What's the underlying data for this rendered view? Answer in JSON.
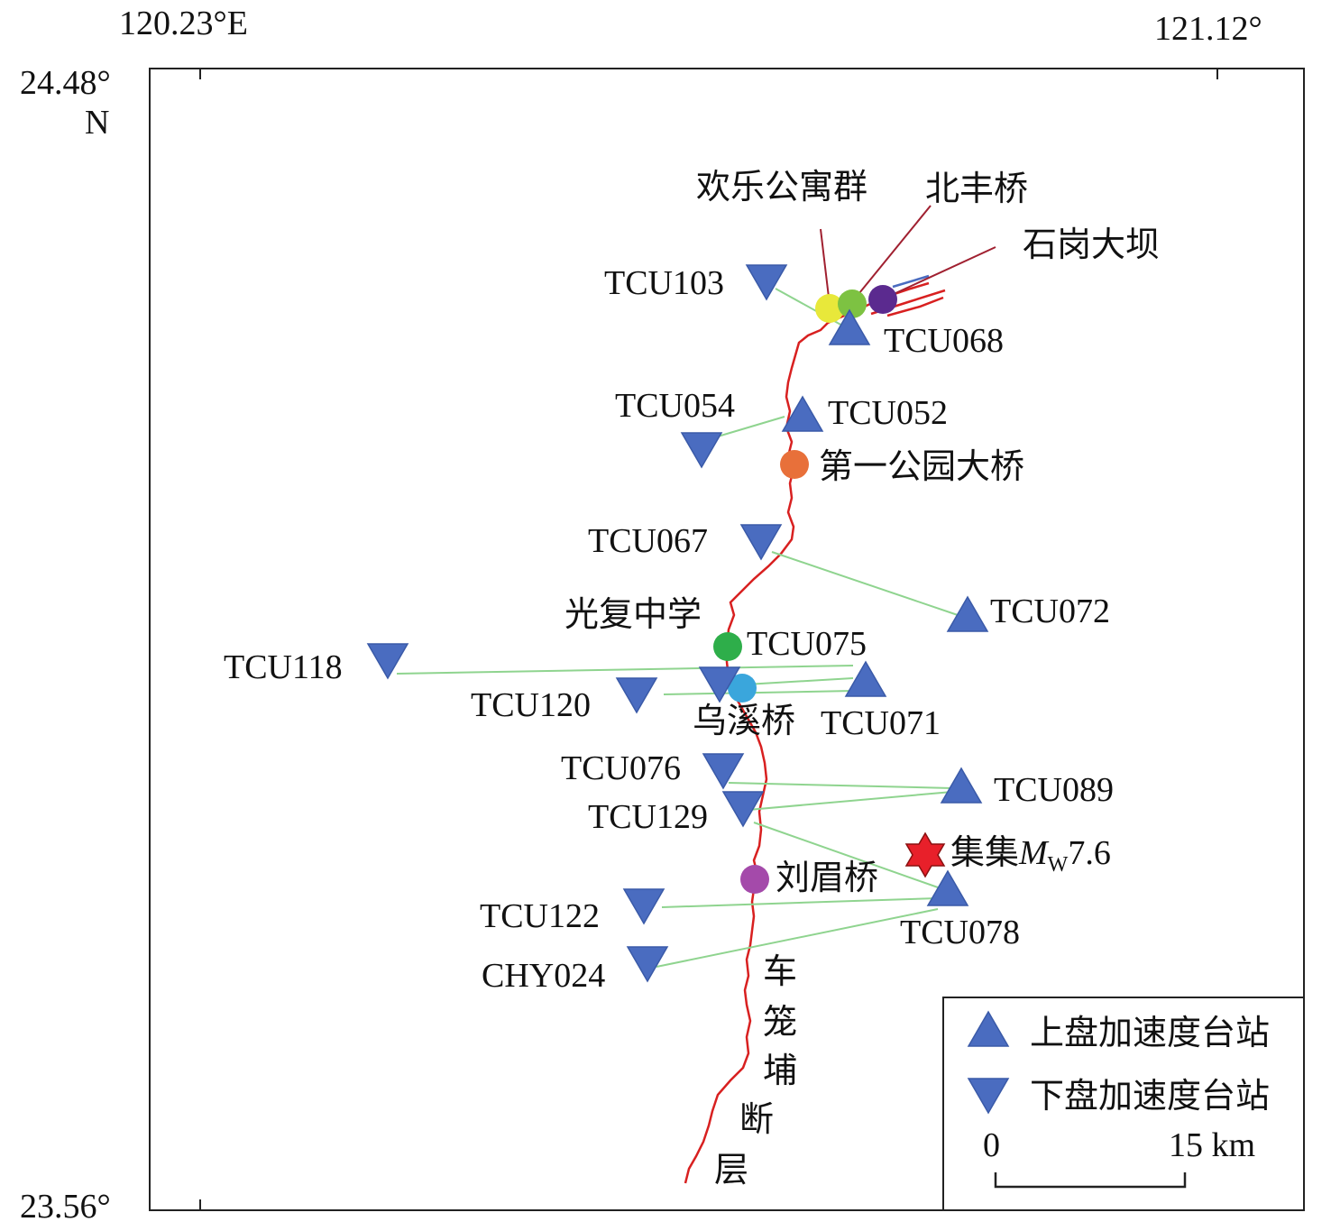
{
  "axes": {
    "lon_min_label": "120.23°E",
    "lon_max_label": "121.12°",
    "lat_max_label": "24.48°",
    "lat_max_suffix": "N",
    "lat_min_label": "23.56°"
  },
  "stations": [
    {
      "id": "TCU103",
      "type": "down"
    },
    {
      "id": "TCU068",
      "type": "up"
    },
    {
      "id": "TCU054",
      "type": "down"
    },
    {
      "id": "TCU052",
      "type": "up"
    },
    {
      "id": "TCU067",
      "type": "down"
    },
    {
      "id": "TCU072",
      "type": "up"
    },
    {
      "id": "TCU075",
      "type": "down"
    },
    {
      "id": "TCU118",
      "type": "down"
    },
    {
      "id": "TCU120",
      "type": "down"
    },
    {
      "id": "TCU071",
      "type": "up"
    },
    {
      "id": "TCU076",
      "type": "down"
    },
    {
      "id": "TCU089",
      "type": "up"
    },
    {
      "id": "TCU129",
      "type": "down"
    },
    {
      "id": "TCU078",
      "type": "up"
    },
    {
      "id": "TCU122",
      "type": "down"
    },
    {
      "id": "CHY024",
      "type": "down"
    }
  ],
  "sites": [
    {
      "name": "欢乐公寓群",
      "color": "#e8e83a"
    },
    {
      "name": "北丰桥",
      "color": "#7dc242"
    },
    {
      "name": "石岗大坝",
      "color": "#5b2a8f"
    },
    {
      "name": "第一公园大桥",
      "color": "#e8703a"
    },
    {
      "name": "光复中学",
      "color": "#2eae4a"
    },
    {
      "name": "乌溪桥",
      "color": "#3aa6dc"
    },
    {
      "name": "刘眉桥",
      "color": "#a44aaa"
    }
  ],
  "epicenter": {
    "name": "集集",
    "magnitude_prefix": "M",
    "magnitude_sub": "W",
    "magnitude_value": "7.6",
    "color": "#e8202a"
  },
  "fault": {
    "name_chars": [
      "车",
      "笼",
      "埔",
      "断",
      "层"
    ],
    "color": "#d82020"
  },
  "legend": {
    "up_label": "上盘加速度台站",
    "down_label": "下盘加速度台站"
  },
  "scale_bar": {
    "zero": "0",
    "end": "15 km"
  },
  "colors": {
    "triangle": "#4a6cc0",
    "pair_line": "#8fd48f",
    "frame": "#222222"
  }
}
